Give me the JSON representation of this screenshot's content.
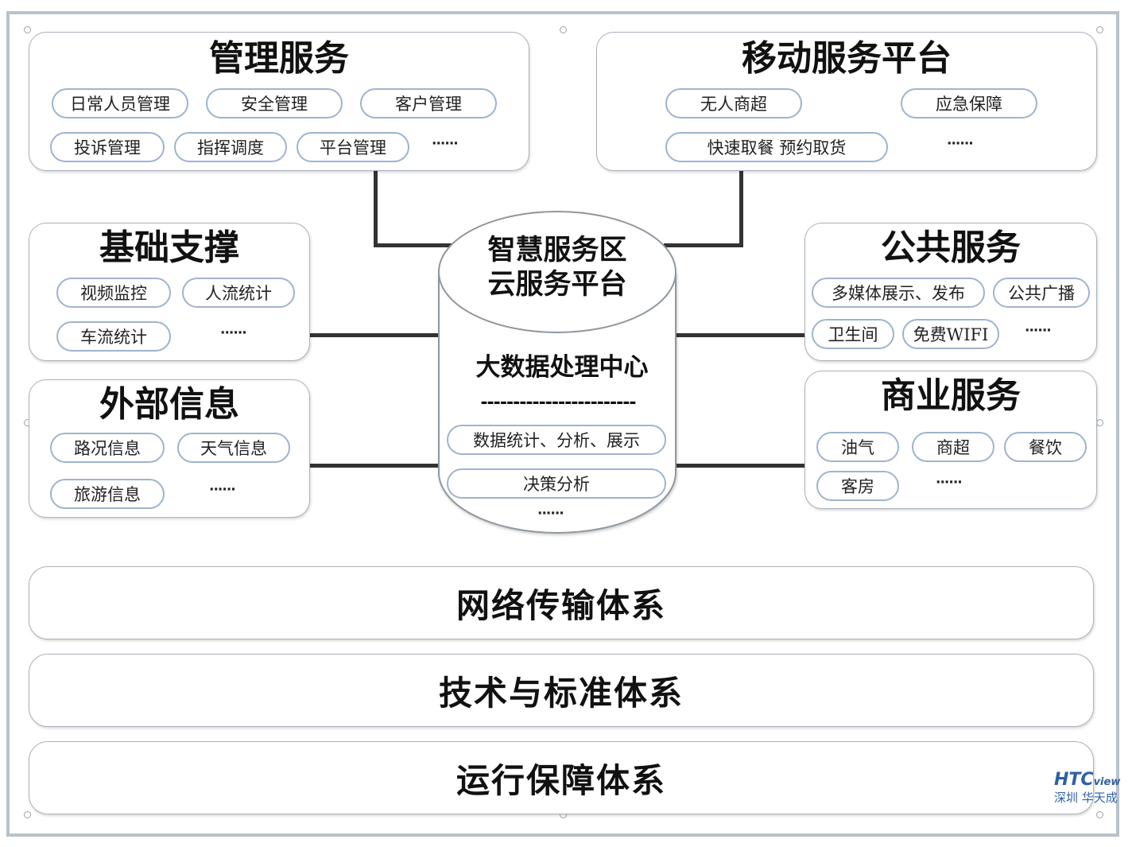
{
  "management": {
    "title": "管理服务",
    "items": [
      "日常人员管理",
      "安全管理",
      "客户管理",
      "投诉管理",
      "指挥调度",
      "平台管理"
    ],
    "more": "······"
  },
  "mobile": {
    "title": "移动服务平台",
    "items": [
      "无人商超",
      "应急保障",
      "快速取餐 预约取货"
    ],
    "more": "······"
  },
  "infrastructure": {
    "title": "基础支撑",
    "items": [
      "视频监控",
      "人流统计",
      "车流统计"
    ],
    "more": "······"
  },
  "external": {
    "title": "外部信息",
    "items": [
      "路况信息",
      "天气信息",
      "旅游信息"
    ],
    "more": "······"
  },
  "public": {
    "title": "公共服务",
    "items": [
      "多媒体展示、发布",
      "公共广播",
      "卫生间",
      "免费WIFI"
    ],
    "more": "······"
  },
  "business": {
    "title": "商业服务",
    "items": [
      "油气",
      "商超",
      "餐饮",
      "客房"
    ],
    "more": "······"
  },
  "center": {
    "title_line1": "智慧服务区",
    "title_line2": "云服务平台",
    "subtitle": "大数据处理中心",
    "divider": "------------------------",
    "items": [
      "数据统计、分析、展示",
      "决策分析"
    ],
    "more": "······"
  },
  "layers": [
    "网络传输体系",
    "技术与标准体系",
    "运行保障体系"
  ],
  "logo": {
    "brand": "HTC",
    "brand_suffix": "view",
    "city": "深圳",
    "company": "华天成"
  },
  "colors": {
    "pill_border": "#9fb3cf",
    "panel_border": "#a9b2ba",
    "frame": "#b7c2cc",
    "logo": "#2f5fa8"
  }
}
